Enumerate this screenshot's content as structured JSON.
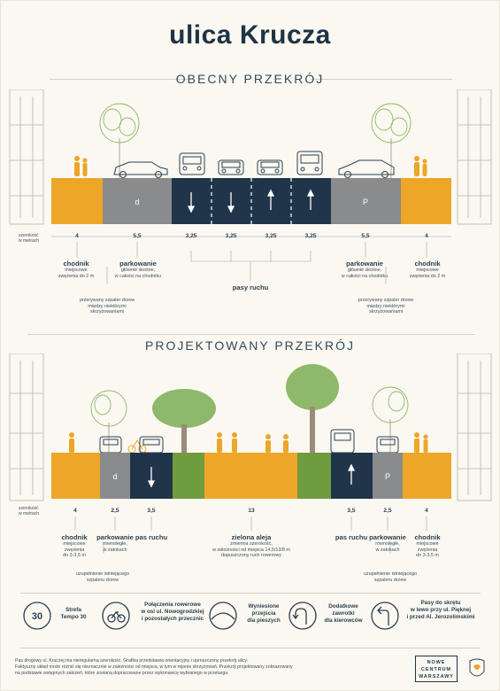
{
  "title": "ulica Krucza",
  "colors": {
    "orange": "#eda628",
    "gray": "#8a8b8d",
    "navy": "#21354a",
    "green": "#6f9c3e",
    "bg": "#fbf8f1"
  },
  "current": {
    "section_title": "OBECNY PRZEKRÓJ",
    "width_caption": "szerokość\nw metrach",
    "widths": [
      "4",
      "5,5",
      "3,25",
      "3,25",
      "3,25",
      "3,25",
      "5,5",
      "4"
    ],
    "segment_letters": {
      "parking_left": "d",
      "parking_right": "P"
    },
    "labels": {
      "sidewalk_left_title": "chodnik",
      "sidewalk_left_sub": "miejscowe\nzwężenia do 2 m",
      "parking_left_title": "parkowanie",
      "parking_left_sub": "głównie skośne,\nw całości na chodniku",
      "lanes_title": "pasy ruchu",
      "parking_right_title": "parkowanie",
      "parking_right_sub": "głównie skośne,\nw całości na chodniku",
      "sidewalk_right_title": "chodnik",
      "sidewalk_right_sub": "miejscowe\nzwężenia do 2 m",
      "trees_left_note": "przerywany szpaler drzew\nmiędzy niektórymi\nskrzyżowaniami",
      "trees_right_note": "przerywany szpaler drzew\nmiędzy niektórymi\nskrzyżowaniami"
    }
  },
  "projected": {
    "section_title": "PROJEKTOWANY PRZEKRÓJ",
    "width_caption": "szerokość\nw metrach",
    "widths": [
      "4",
      "2,5",
      "3,5",
      "13",
      "3,5",
      "2,5",
      "4"
    ],
    "segment_letters": {
      "parking_left": "d",
      "parking_right": "P"
    },
    "labels": {
      "sidewalk_left_title": "chodnik",
      "sidewalk_left_sub": "miejscowe\nzwężenia\ndo 3-3,5 m",
      "parking_left_title": "parkowanie",
      "parking_left_sub": "równoległe,\nw zatokach",
      "lane_left_title": "pas ruchu",
      "alley_title": "zielona aleja",
      "alley_sub": "zmienna szerokość,\nw zależności od miejsca 14,5/13/8 m\ndopuszczony ruch rowerowy",
      "lane_right_title": "pas ruchu",
      "parking_right_title": "parkowanie",
      "parking_right_sub": "równoległe,\nw zatokach",
      "sidewalk_right_title": "chodnik",
      "sidewalk_right_sub": "miejscowe\nzwężenia\ndo 3-3,5 m",
      "trees_left_note": "uzupełnienie istniejącego\nszpaleru drzew",
      "trees_right_note": "uzupełnienie istniejącego\nszpaleru drzew"
    }
  },
  "legend": [
    {
      "icon": "speed-30-icon",
      "badge": "30",
      "text": "Strefa\nTempo 30"
    },
    {
      "icon": "bicycle-icon",
      "text": "Połączenia rowerowe\nw osi ul. Nowogrodzkiej\ni pozostałych przecznic"
    },
    {
      "icon": "raised-crossing-icon",
      "text": "Wyniesione\nprzejścia\ndla pieszych"
    },
    {
      "icon": "u-turn-icon",
      "text": "Dodatkowe\nzawrotki\ndla kierowców"
    },
    {
      "icon": "left-turn-arrow-icon",
      "text": "Pasy do skrętu\nw lewo przy ul. Pięknej\ni przed Al. Jerozolimskimi"
    }
  ],
  "footer": "Pas drogowy ul. Kruczej ma nieregularną szerokość. Grafika przedstawia orientacyjny i uproszczony przekrój ulicy.\nFaktyczny układ może różnić się nieznacznie w zależności od miejsca, w tym w rejonie skrzyżowań. Przekrój projektowany zobrazowany\nna podstawie wstępnych założeń, które zostaną dopracowane przez wykonawcę wybranego w przetargu.",
  "logo_text": "NOWE\nCENTRUM\nWARSZAWY"
}
